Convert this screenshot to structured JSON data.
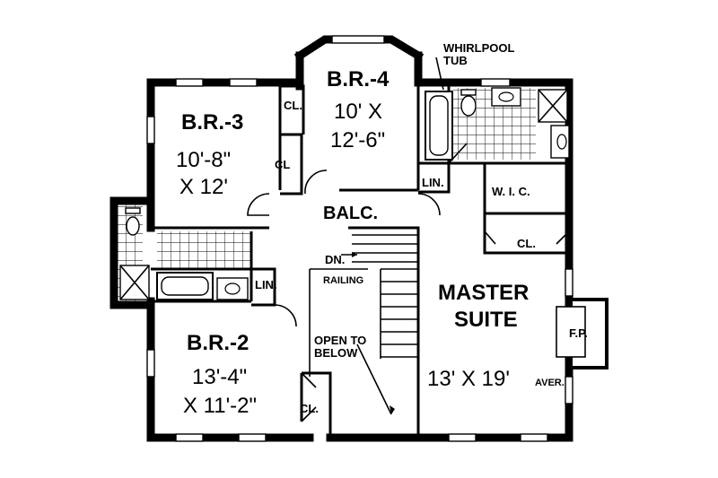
{
  "rooms": {
    "br4": {
      "name": "B.R.-4",
      "dim1": "10' X",
      "dim2": "12'-6\""
    },
    "br3": {
      "name": "B.R.-3",
      "dim1": "10'-8\"",
      "dim2": "X 12'"
    },
    "br2": {
      "name": "B.R.-2",
      "dim1": "13'-4\"",
      "dim2": "X 11'-2\""
    },
    "master": {
      "name1": "MASTER",
      "name2": "SUITE",
      "dim": "13' X 19'",
      "dim_suffix": "AVER."
    }
  },
  "labels": {
    "whirlpool_1": "WHIRLPOOL",
    "whirlpool_2": "TUB",
    "cl_br4": "CL.",
    "cl_br3": "CL",
    "cl_master": "CL.",
    "cl_br2": "CL.",
    "lin_upper": "LIN.",
    "lin_lower": "LIN.",
    "wic": "W. I. C.",
    "balc": "BALC.",
    "dn": "DN.",
    "railing": "RAILING",
    "open_1": "OPEN TO",
    "open_2": "BELOW",
    "fp": "F.P."
  }
}
